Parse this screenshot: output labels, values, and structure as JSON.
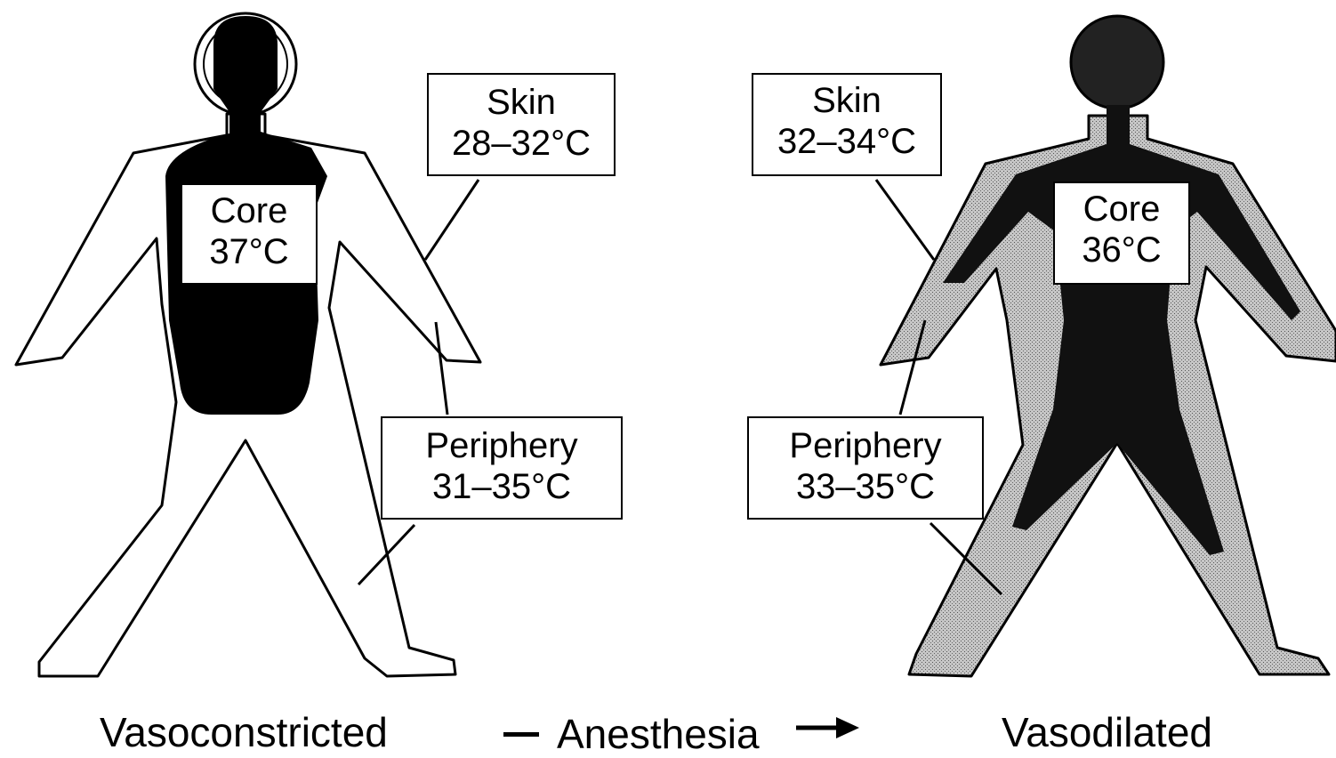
{
  "left_figure": {
    "core": {
      "name": "Core",
      "temp": "37°C"
    },
    "skin": {
      "name": "Skin",
      "temp": "28–32°C"
    },
    "periphery": {
      "name": "Periphery",
      "temp": "31–35°C"
    },
    "caption": "Vasoconstricted"
  },
  "right_figure": {
    "core": {
      "name": "Core",
      "temp": "36°C"
    },
    "skin": {
      "name": "Skin",
      "temp": "32–34°C"
    },
    "periphery": {
      "name": "Periphery",
      "temp": "33–35°C"
    },
    "caption": "Vasodilated"
  },
  "transition": {
    "label": "Anesthesia"
  },
  "colors": {
    "core": "#000000",
    "periphery_dilated": "#b8b8b8",
    "outline": "#000000",
    "background": "#ffffff"
  }
}
